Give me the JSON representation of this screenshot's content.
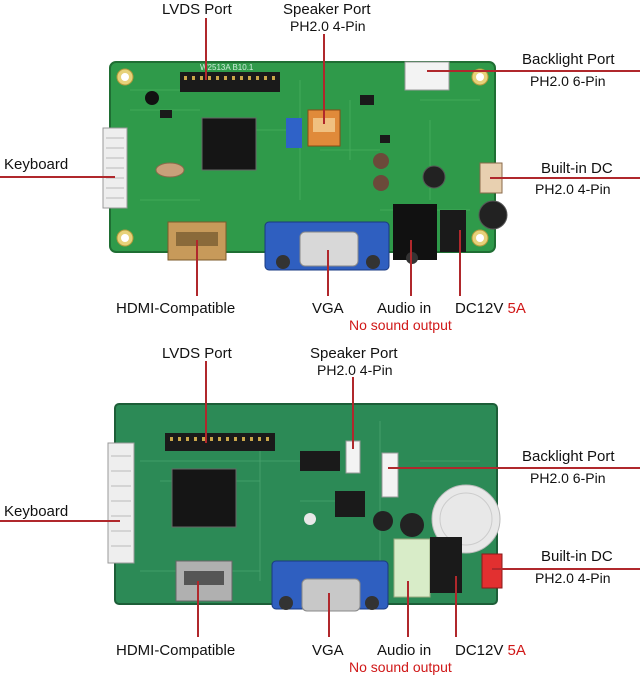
{
  "boards": [
    {
      "silk": "W2513A  B10.1",
      "labels": {
        "lvds": "LVDS Port",
        "speaker": "Speaker Port",
        "speaker_sub": "PH2.0 4-Pin",
        "backlight": "Backlight Port",
        "backlight_sub": "PH2.0 6-Pin",
        "keyboard": "Keyboard",
        "builtin_dc": "Built-in DC",
        "builtin_dc_sub": "PH2.0 4-Pin",
        "hdmi": "HDMI-Compatible",
        "vga": "VGA",
        "audio": "Audio in",
        "dc": "DC12V",
        "dc_amp": "5A",
        "no_sound": "No sound output"
      }
    },
    {
      "labels": {
        "lvds": "LVDS Port",
        "speaker": "Speaker Port",
        "speaker_sub": "PH2.0 4-Pin",
        "backlight": "Backlight Port",
        "backlight_sub": "PH2.0 6-Pin",
        "keyboard": "Keyboard",
        "builtin_dc": "Built-in DC",
        "builtin_dc_sub": "PH2.0 4-Pin",
        "hdmi": "HDMI-Compatible",
        "vga": "VGA",
        "audio": "Audio in",
        "dc": "DC12V",
        "dc_amp": "5A",
        "no_sound": "No sound output"
      }
    }
  ],
  "colors": {
    "pcb_top": "#2f9a4a",
    "pcb_bottom": "#2c8a56",
    "pointer": "#b0282c",
    "vga_blue": "#2f5fc0",
    "accent_red": "#d01818"
  }
}
